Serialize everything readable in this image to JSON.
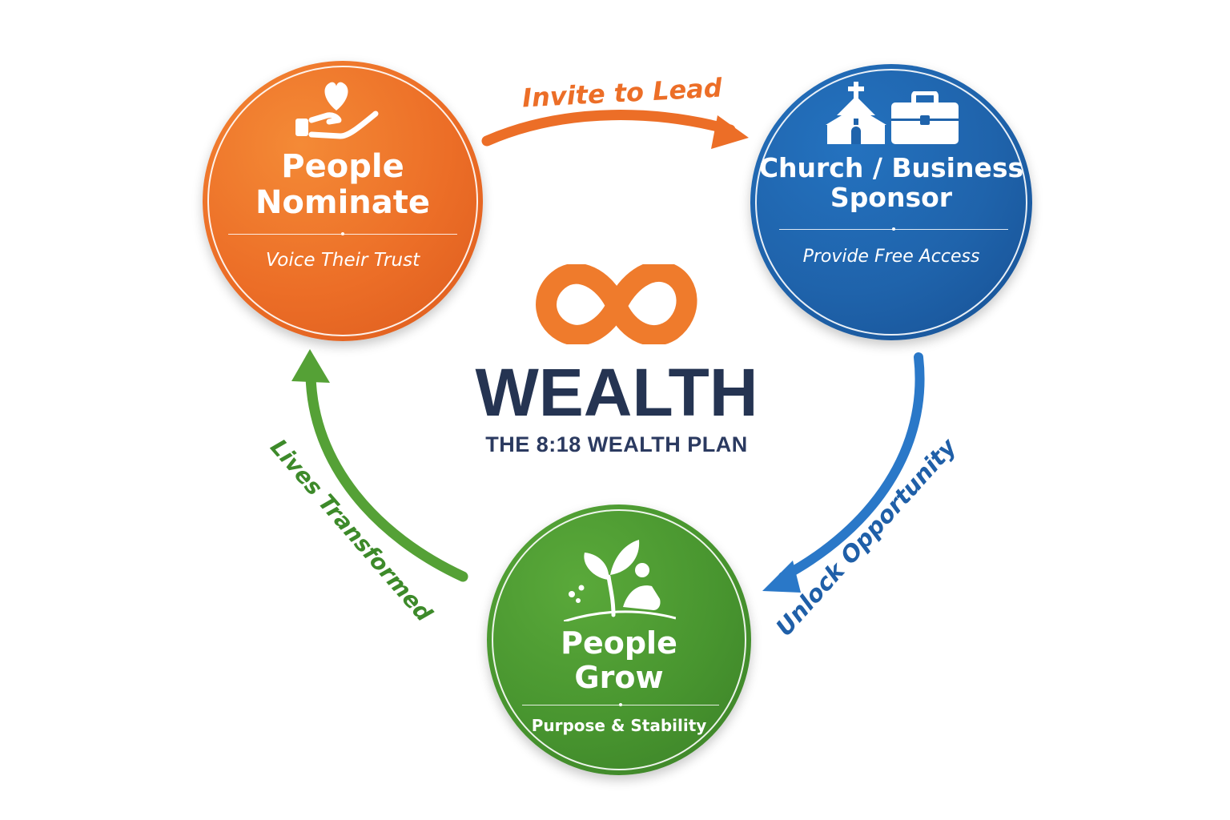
{
  "colors": {
    "orange": "#ec6e27",
    "blue": "#1f63ab",
    "green": "#48952f",
    "navy": "#253452",
    "arrow_blue": "#2a78c8",
    "arrow_green": "#55a136"
  },
  "nodes": {
    "nominate": {
      "title_line1": "People",
      "title_line2": "Nominate",
      "subtitle": "Voice Their Trust",
      "icon": "heart-in-hand-icon"
    },
    "sponsor": {
      "title_line1": "Church / Business",
      "title_line2": "Sponsor",
      "subtitle": "Provide Free Access",
      "icons": [
        "church-icon",
        "briefcase-icon"
      ]
    },
    "grow": {
      "title_line1": "People",
      "title_line2": "Grow",
      "subtitle": "Purpose & Stability",
      "icon": "sprout-person-icon"
    }
  },
  "arrows": {
    "invite": {
      "label": "Invite to Lead",
      "from": "nominate",
      "to": "sponsor"
    },
    "unlock": {
      "label": "Unlock Opportunity",
      "from": "sponsor",
      "to": "grow"
    },
    "lives": {
      "label": "Lives Transformed",
      "from": "grow",
      "to": "nominate"
    }
  },
  "brand": {
    "logo": "infinity-logo-icon",
    "name": "WEALTH",
    "tagline": "THE 8:18 WEALTH PLAN"
  }
}
